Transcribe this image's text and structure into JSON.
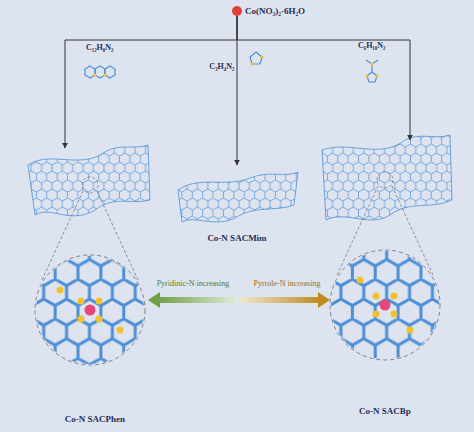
{
  "diagram": {
    "nodes": [
      {
        "text": [
          "Co(NO₃)₂·6H₂O"
        ]
      },
      {
        "text": [
          "Co-N SACPhen"
        ]
      },
      {
        "text": [
          "Co-N SACMim"
        ]
      },
      {
        "text": [
          "Co-N SACBp"
        ]
      }
    ],
    "edges": [
      {
        "from": 0,
        "to": 1,
        "arrow": "to"
      },
      {
        "from": 0,
        "to": 2,
        "arrow": "to"
      },
      {
        "from": 0,
        "to": 3,
        "arrow": "to"
      }
    ],
    "labels": [
      "C₁₂H₈N₂",
      "C₃H₄N₂",
      "C₆H₁₀N₂",
      "Pyridinic-N increasing",
      "Pyrrole-N increasing"
    ]
  }
}
